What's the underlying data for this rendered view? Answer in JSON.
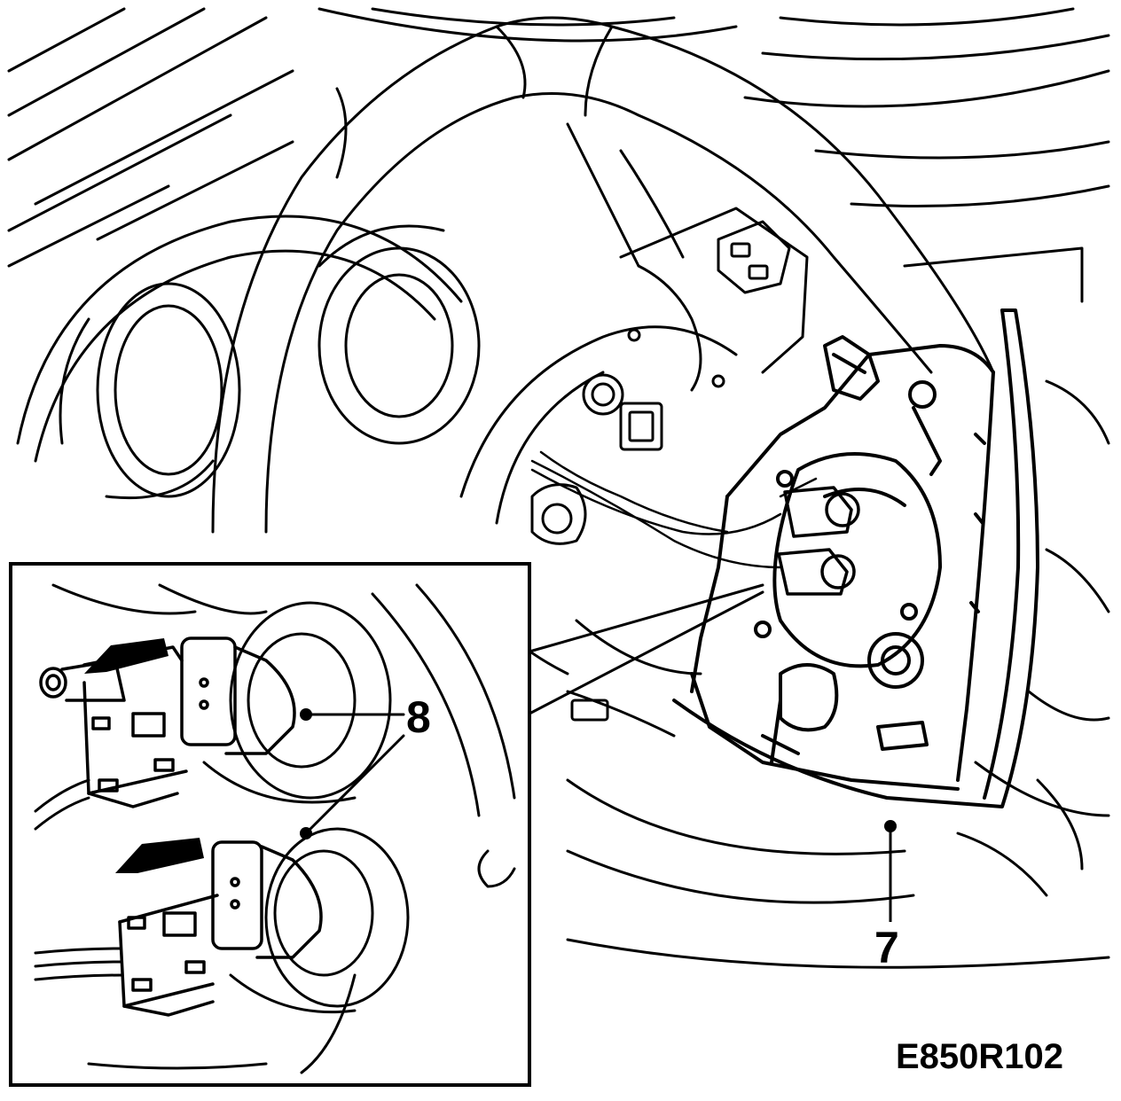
{
  "figure_id": "E850R102",
  "callouts": {
    "label_7": "7",
    "label_8": "8"
  },
  "colors": {
    "ink": "#000000",
    "paper": "#ffffff"
  },
  "parts_shown": [
    "steering-wheel",
    "instrument-cluster",
    "airbag-module",
    "airbag-connectors",
    "detail-inset"
  ]
}
